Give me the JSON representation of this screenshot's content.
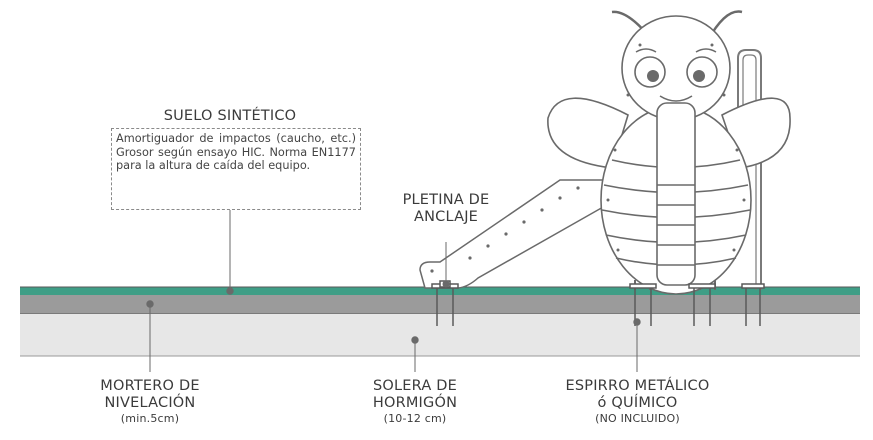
{
  "labels": {
    "suelo_title": "SUELO SINTÉTICO",
    "suelo_note": "Amortiguador de impactos (caucho, etc.) Grosor según ensayo HIC. Norma EN1177 para la altura de caída del equipo.",
    "pletina_line1": "PLETINA DE",
    "pletina_line2": "ANCLAJE",
    "mortero_line1": "MORTERO DE",
    "mortero_line2": "NIVELACIÓN",
    "mortero_sub": "(min.5cm)",
    "solera_line1": "SOLERA DE",
    "solera_line2": "HORMIGÓN",
    "solera_sub": "(10-12 cm)",
    "espirro_line1": "ESPIRRO METÁLICO",
    "espirro_line2": "ó QUÍMICO",
    "espirro_sub": "(NO INCLUIDO)"
  },
  "colors": {
    "synthetic_floor": "#3f9e86",
    "mortar_layer": "#9b9b9b",
    "concrete_slab": "#e7e7e7",
    "line": "#5a5a5a"
  },
  "icons": {
    "equipment": "bee-slide-icon",
    "anchor": "anchor-bolt-icon"
  }
}
